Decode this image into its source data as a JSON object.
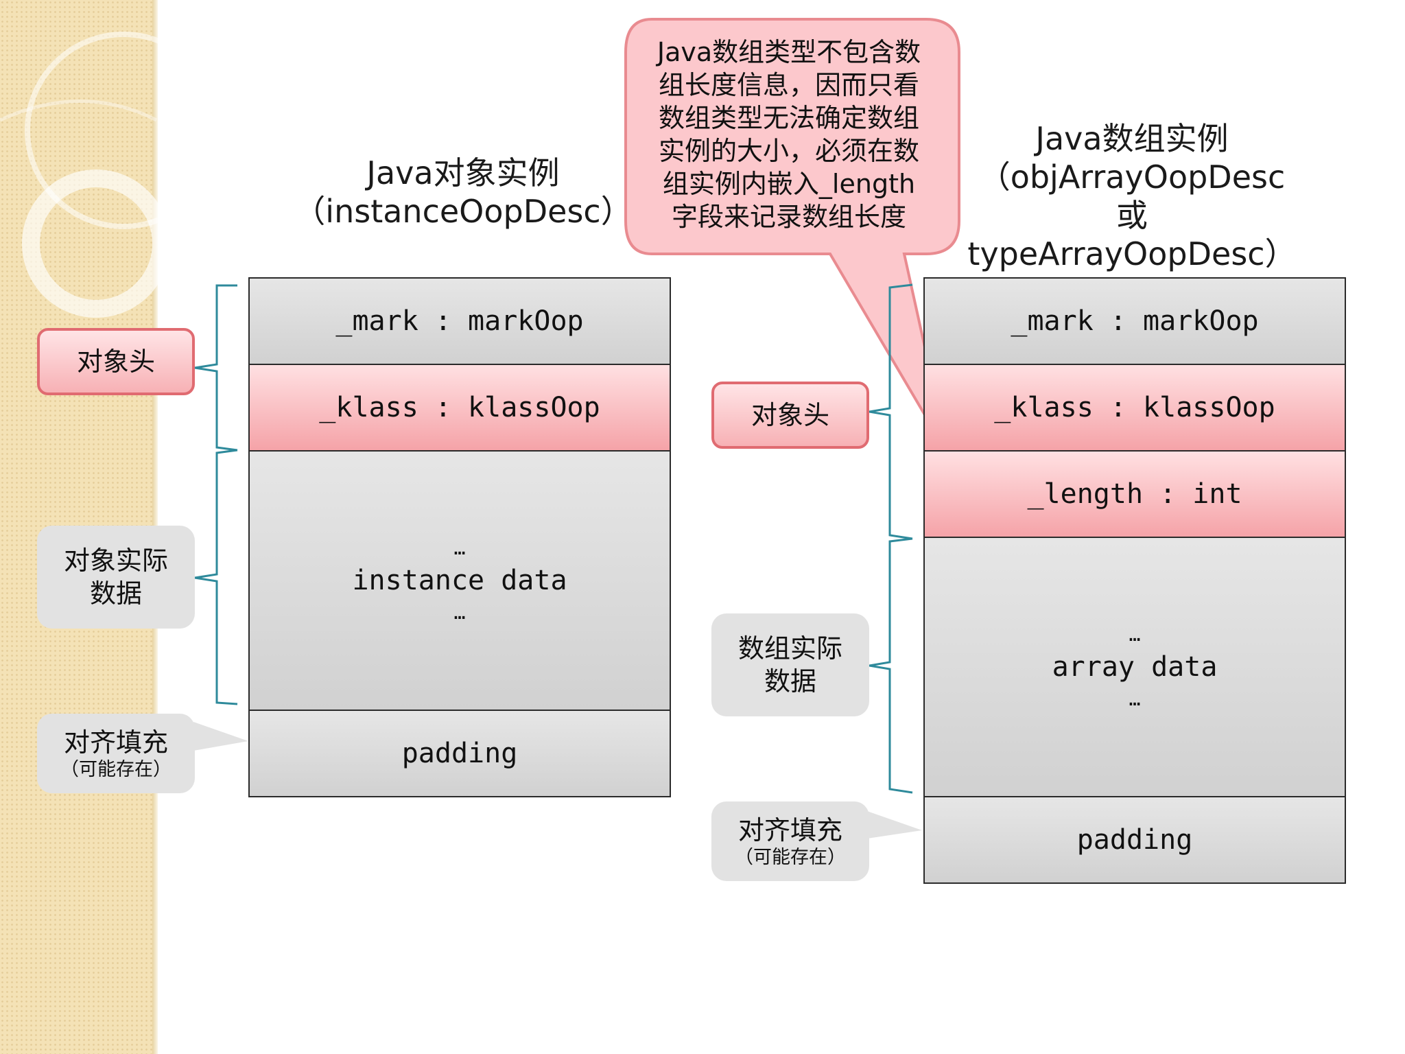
{
  "left": {
    "title_line1": "Java对象实例",
    "title_line2": "（instanceOopDesc）",
    "mark_field": "_mark : markOop",
    "klass_field": "_klass : klassOop",
    "dots_top": "…",
    "data_field": "instance data",
    "dots_bottom": "…",
    "padding_field": "padding",
    "label_header": "对象头",
    "label_data_line1": "对象实际",
    "label_data_line2": "数据",
    "label_padding_main": "对齐填充",
    "label_padding_sub": "（可能存在）"
  },
  "right": {
    "title_line1": "Java数组实例",
    "title_line2": "（objArrayOopDesc",
    "title_line3": "或",
    "title_line4": "typeArrayOopDesc）",
    "mark_field": "_mark : markOop",
    "klass_field": "_klass : klassOop",
    "length_field": "_length : int",
    "dots_top": "…",
    "data_field": "array data",
    "dots_bottom": "…",
    "padding_field": "padding",
    "label_header": "对象头",
    "label_data_line1": "数组实际",
    "label_data_line2": "数据",
    "label_padding_main": "对齐填充",
    "label_padding_sub": "（可能存在）"
  },
  "callout": {
    "lines": [
      "Java数组类型不包含数",
      "组长度信息，因而只看",
      "数组类型无法确定数组",
      "实例的大小，必须在数",
      "组实例内嵌入_length",
      "字段来记录数组长度"
    ]
  },
  "colors": {
    "gray_cell": "#d9d9d9",
    "pink_cell": "#f5a3a8",
    "brace": "#2e8a9b",
    "pink_border": "#e06b71",
    "gray_label": "#e2e2e2"
  }
}
